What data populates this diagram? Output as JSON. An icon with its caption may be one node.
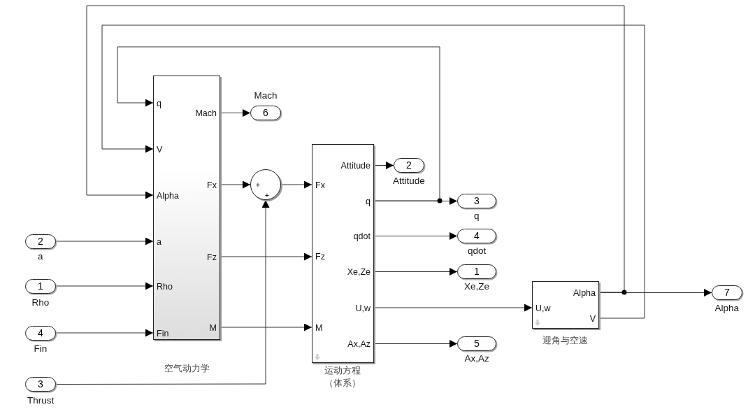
{
  "diagram": {
    "nodes": [
      {
        "text": [
          "2"
        ],
        "beside": [
          "a"
        ]
      },
      {
        "text": [
          "1"
        ],
        "beside": [
          "Rho"
        ]
      },
      {
        "text": [
          "4"
        ],
        "beside": [
          "Fin"
        ]
      },
      {
        "text": [
          "3"
        ],
        "beside": [
          "Thrust"
        ]
      },
      {
        "text": [
          "q",
          "V",
          "Alpha",
          "a",
          "Rho",
          "Fin",
          "Mach",
          "Fx",
          "Fz",
          "M"
        ],
        "beside": [
          "空气动力学"
        ]
      },
      {
        "text": [
          "+",
          "+"
        ]
      },
      {
        "text": [
          "6"
        ],
        "beside": [
          "Mach"
        ]
      },
      {
        "text": [
          "Fx",
          "Fz",
          "M",
          "Attitude",
          "q",
          "qdot",
          "Xe,Ze",
          "U,w",
          "Ax,Az"
        ],
        "beside": [
          "运动方程（体系）"
        ]
      },
      {
        "text": [
          "2"
        ],
        "beside": [
          "Attitude"
        ]
      },
      {
        "text": [
          "3"
        ],
        "beside": [
          "q"
        ]
      },
      {
        "text": [
          "4"
        ],
        "beside": [
          "qdot"
        ]
      },
      {
        "text": [
          "1"
        ],
        "beside": [
          "Xe,Ze"
        ]
      },
      {
        "text": [
          "5"
        ],
        "beside": [
          "Ax,Az"
        ]
      },
      {
        "text": [
          "U,w",
          "Alpha",
          "V"
        ],
        "beside": [
          "迎角与空速"
        ]
      },
      {
        "text": [
          "7"
        ],
        "beside": [
          "Alpha"
        ]
      }
    ],
    "edges": [
      {
        "from": 0,
        "to": 4,
        "arrow": "to"
      },
      {
        "from": 1,
        "to": 4,
        "arrow": "to"
      },
      {
        "from": 2,
        "to": 4,
        "arrow": "to"
      },
      {
        "from": 3,
        "to": 5,
        "arrow": "to"
      },
      {
        "from": 4,
        "to": 6,
        "arrow": "to"
      },
      {
        "from": 4,
        "to": 5,
        "arrow": "to"
      },
      {
        "from": 4,
        "to": 7,
        "arrow": "to"
      },
      {
        "from": 4,
        "to": 7,
        "arrow": "to"
      },
      {
        "from": 5,
        "to": 7,
        "arrow": "to"
      },
      {
        "from": 7,
        "to": 8,
        "arrow": "to"
      },
      {
        "from": 7,
        "to": 9,
        "arrow": "to"
      },
      {
        "from": 7,
        "to": 4,
        "arrow": "to"
      },
      {
        "from": 7,
        "to": 10,
        "arrow": "to"
      },
      {
        "from": 7,
        "to": 11,
        "arrow": "to"
      },
      {
        "from": 7,
        "to": 13,
        "arrow": "to"
      },
      {
        "from": 7,
        "to": 12,
        "arrow": "to"
      },
      {
        "from": 13,
        "to": 14,
        "arrow": "to"
      },
      {
        "from": 13,
        "to": 4,
        "arrow": "to"
      },
      {
        "from": 13,
        "to": 4,
        "arrow": "to"
      }
    ]
  }
}
